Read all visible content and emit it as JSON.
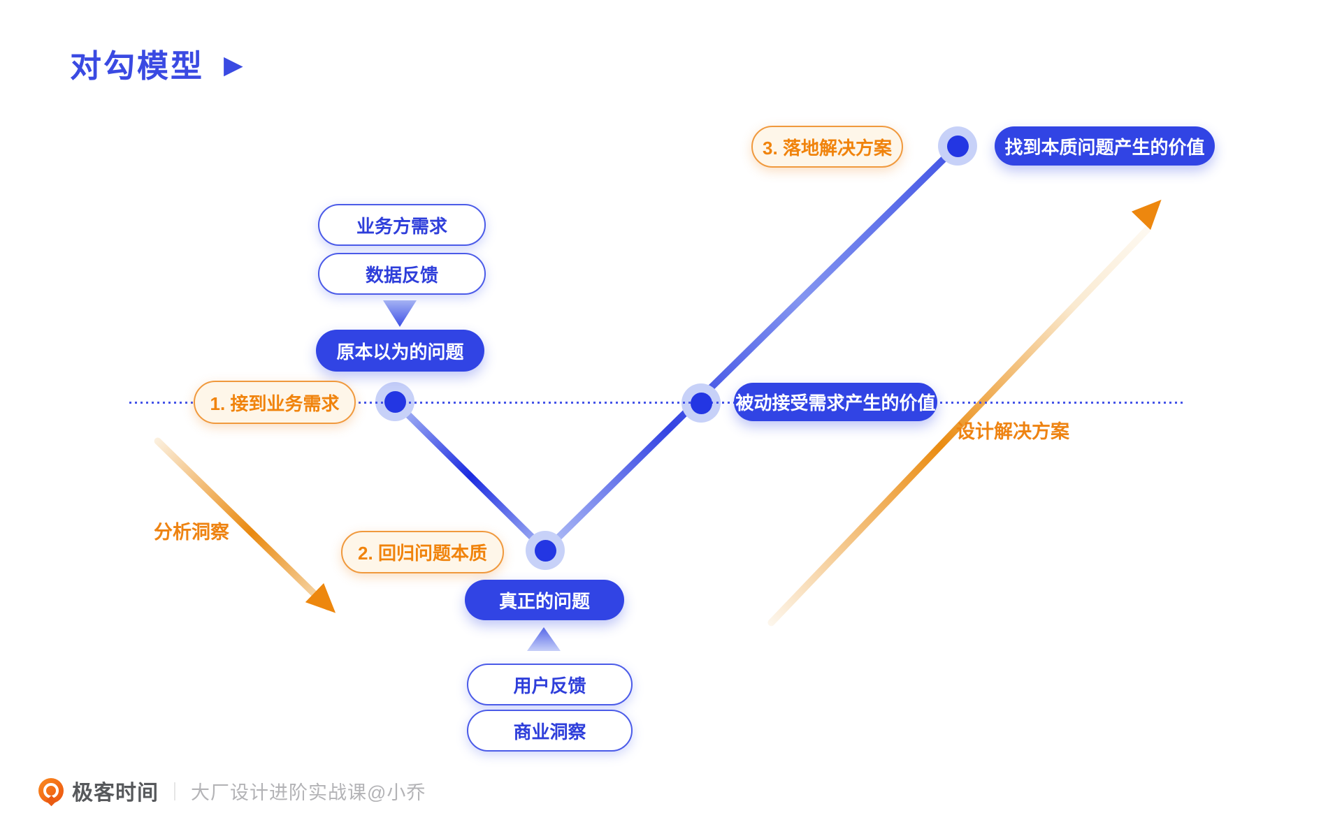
{
  "title": {
    "text": "对勾模型",
    "icon": "▶"
  },
  "steps": [
    {
      "label": "1. 接到业务需求"
    },
    {
      "label": "2. 回归问题本质"
    },
    {
      "label": "3. 落地解决方案"
    }
  ],
  "sources_top": [
    {
      "label": "业务方需求"
    },
    {
      "label": "数据反馈"
    }
  ],
  "sources_bottom": [
    {
      "label": "用户反馈"
    },
    {
      "label": "商业洞察"
    }
  ],
  "nodes": {
    "assumed_problem": "原本以为的问题",
    "real_problem": "真正的问题",
    "passive_value": "被动接受需求产生的价值",
    "essential_value": "找到本质问题产生的价值"
  },
  "flow_labels": {
    "analyze": "分析洞察",
    "design": "设计解决方案"
  },
  "footer": {
    "brand": "极客时间",
    "divider": "｜",
    "course": "大厂设计进阶实战课@小乔"
  },
  "colors": {
    "primary_blue": "#3144E4",
    "deep_blue": "#1B2BE0",
    "halo_blue": "#C7D1F8",
    "orange": "#F0830C",
    "orange_border": "#F0993D",
    "cream_fill": "#FEF6E9"
  }
}
